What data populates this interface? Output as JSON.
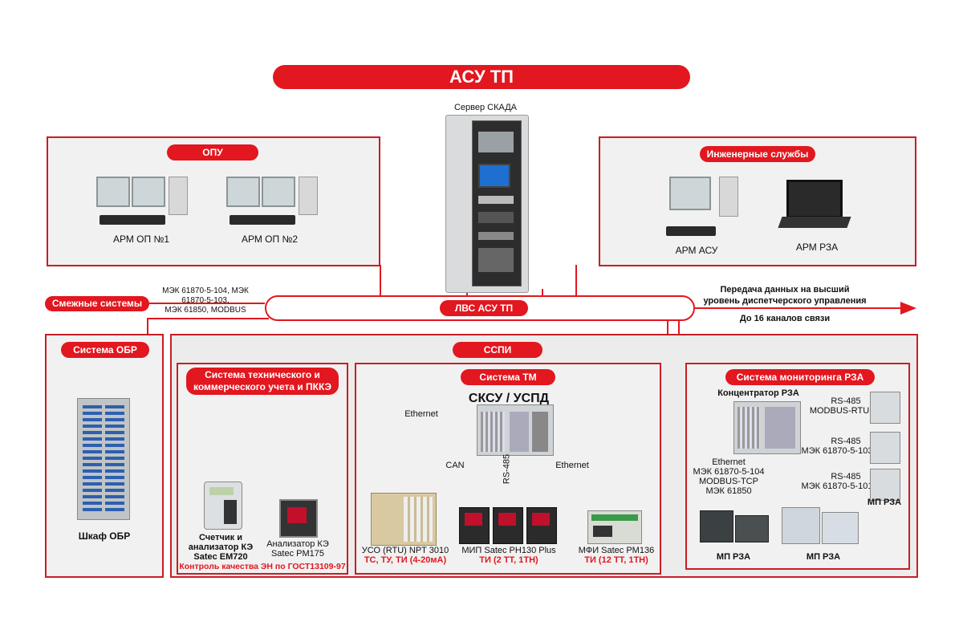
{
  "title": "АСУ ТП",
  "scada_label": "Сервер СКАДА",
  "opu": {
    "title": "ОПУ",
    "arm1": "АРМ ОП №1",
    "arm2": "АРМ ОП №2"
  },
  "eng": {
    "title": "Инженерные службы",
    "arm_asu": "АРМ АСУ",
    "arm_rza": "АРМ РЗА"
  },
  "lan": {
    "label": "ЛВС АСУ ТП",
    "adjacent": "Смежные системы",
    "protocols": [
      "МЭК 61870-5-104, МЭК",
      "61870-5-103,",
      "МЭК 61850, MODBUS"
    ],
    "upper_line1": "Передача данных на высший",
    "upper_line2": "уровень диспетчерского управления",
    "channels": "До 16 каналов связи"
  },
  "obr": {
    "title": "Система ОБР",
    "cabinet": "Шкаф ОБР"
  },
  "sspi": {
    "title": "ССПИ"
  },
  "metering": {
    "title_line1": "Система технического и",
    "title_line2": "коммерческого учета и ПККЭ",
    "meter_line1": "Счетчик и",
    "meter_line2": "анализатор КЭ",
    "meter_line3": "Satec EM720",
    "analyzer_line1": "Анализатор КЭ",
    "analyzer_line2": "Satec PM175",
    "quality": "Контроль качества ЭН по ГОСТ13109-97"
  },
  "tm": {
    "title": "Система ТМ",
    "sksu": "СКСУ / УСПД",
    "ethernet_top": "Ethernet",
    "can": "CAN",
    "rs485": "RS-485",
    "ethernet_right": "Ethernet",
    "uso_name": "УСО (RTU) NPT 3010",
    "uso_signals": "ТС, ТУ, ТИ (4-20мА)",
    "mip_name": "МИП Satec PH130 Plus",
    "mip_signals": "ТИ (2 ТТ, 1ТН)",
    "mfi_name": "МФИ Satec PM136",
    "mfi_signals": "ТИ (12 ТТ, 1ТН)"
  },
  "rza": {
    "title": "Система мониторинга РЗА",
    "concentrator": "Концентратор РЗА",
    "link1_a": "RS-485",
    "link1_b": "MODBUS-RTU",
    "link2_a": "RS-485",
    "link2_b": "МЭК 61870-5-103",
    "link3_a": "RS-485",
    "link3_b": "МЭК 61870-5-101",
    "eth_lines": [
      "Ethernet",
      "МЭК 61870-5-104",
      "MODBUS-TCP",
      "МЭК 61850"
    ],
    "mp_right": "МП РЗА",
    "mp_bottom_left": "МП РЗА",
    "mp_bottom_right": "МП РЗА"
  },
  "colors": {
    "accent": "#e2171f",
    "can": "#1f3f9a",
    "rs485": "#27a33c",
    "box_border": "#c81e24"
  }
}
